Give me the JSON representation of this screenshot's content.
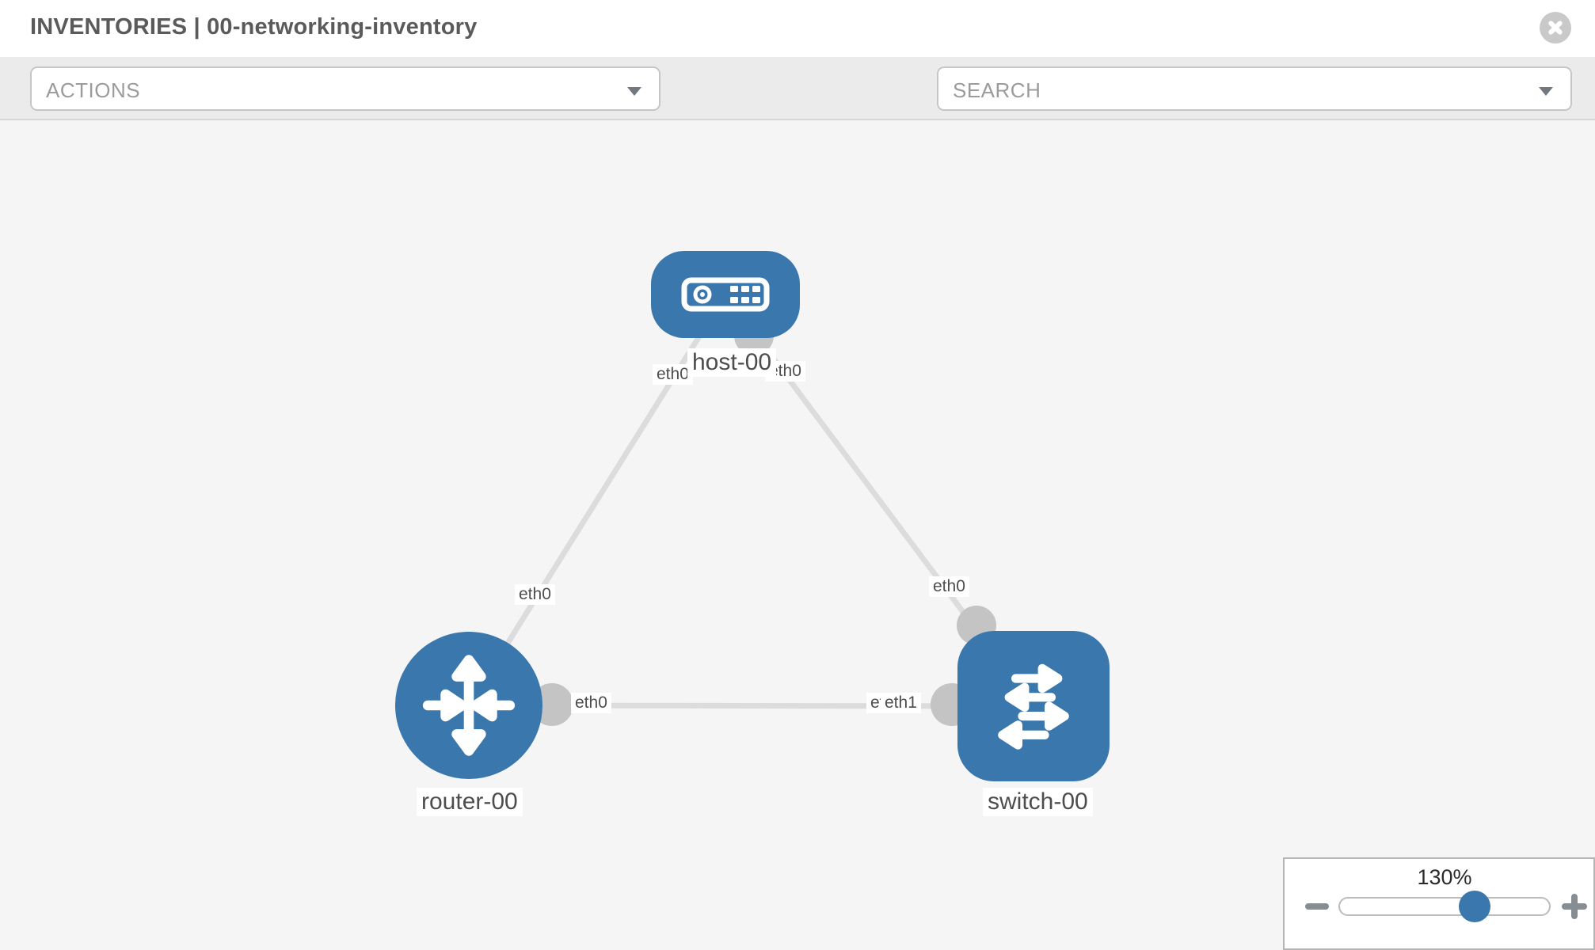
{
  "window": {
    "title": "INVENTORIES | 00-networking-inventory"
  },
  "toolbar": {
    "actions_placeholder": "ACTIONS",
    "search_placeholder": "SEARCH",
    "icons": [
      "wrench-icon",
      "key-icon"
    ]
  },
  "topology": {
    "nodes": [
      {
        "id": "host-00",
        "label": "host-00",
        "type": "host",
        "shape": "rounded-rect",
        "icon": "host-icon"
      },
      {
        "id": "router-00",
        "label": "router-00",
        "type": "router",
        "shape": "circle",
        "icon": "router-icon"
      },
      {
        "id": "switch-00",
        "label": "switch-00",
        "type": "switch",
        "shape": "rounded-square",
        "icon": "switch-icon"
      }
    ],
    "links": [
      {
        "from": "host-00",
        "to": "router-00",
        "from_port": "eth0",
        "to_port": "eth0"
      },
      {
        "from": "host-00",
        "to": "switch-00",
        "from_port": "eth0",
        "to_port": "eth0"
      },
      {
        "from": "router-00",
        "to": "switch-00",
        "from_port": "eth0",
        "to_port": "eth1",
        "to_port_overlap": "eth0"
      }
    ]
  },
  "zoom_control": {
    "value": "130%",
    "percent": 65
  },
  "colors": {
    "node_blue": "#3a77ad",
    "link_gray": "#dcdcdc",
    "endpoint_gray": "#c4c4c4",
    "toolbar_gray": "#ebebeb",
    "canvas_gray": "#f5f5f6"
  }
}
